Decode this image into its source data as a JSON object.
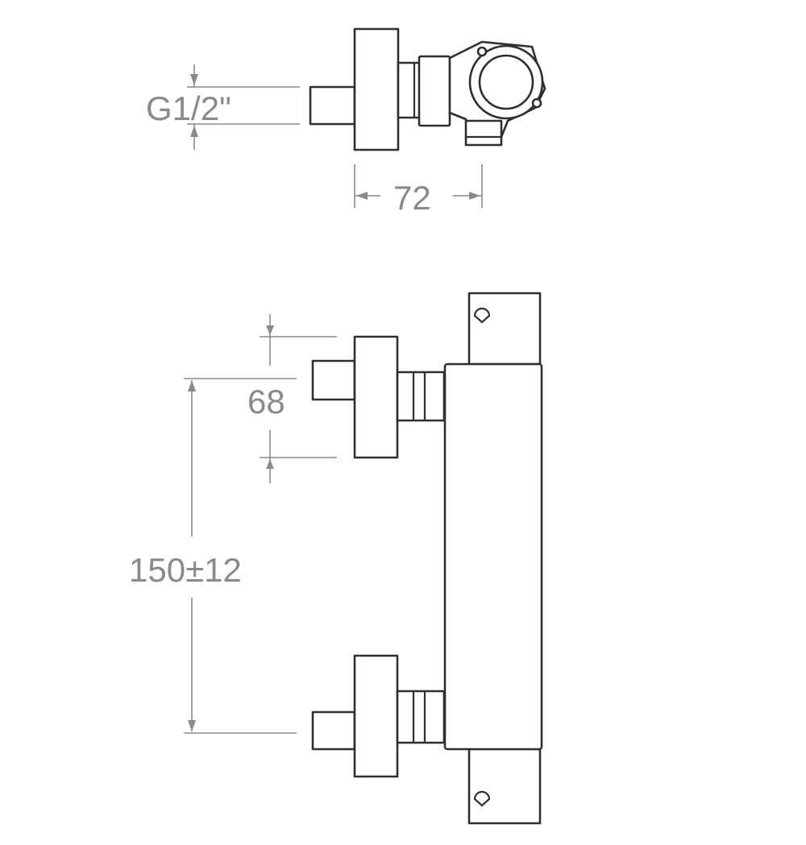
{
  "dimensions": {
    "thread": "G1/2\"",
    "width_top": "72",
    "depth": "68",
    "center_distance": "150±12"
  },
  "colors": {
    "line": "#2f2f2f",
    "dimension": "#8a8a8a",
    "background": "#ffffff"
  }
}
